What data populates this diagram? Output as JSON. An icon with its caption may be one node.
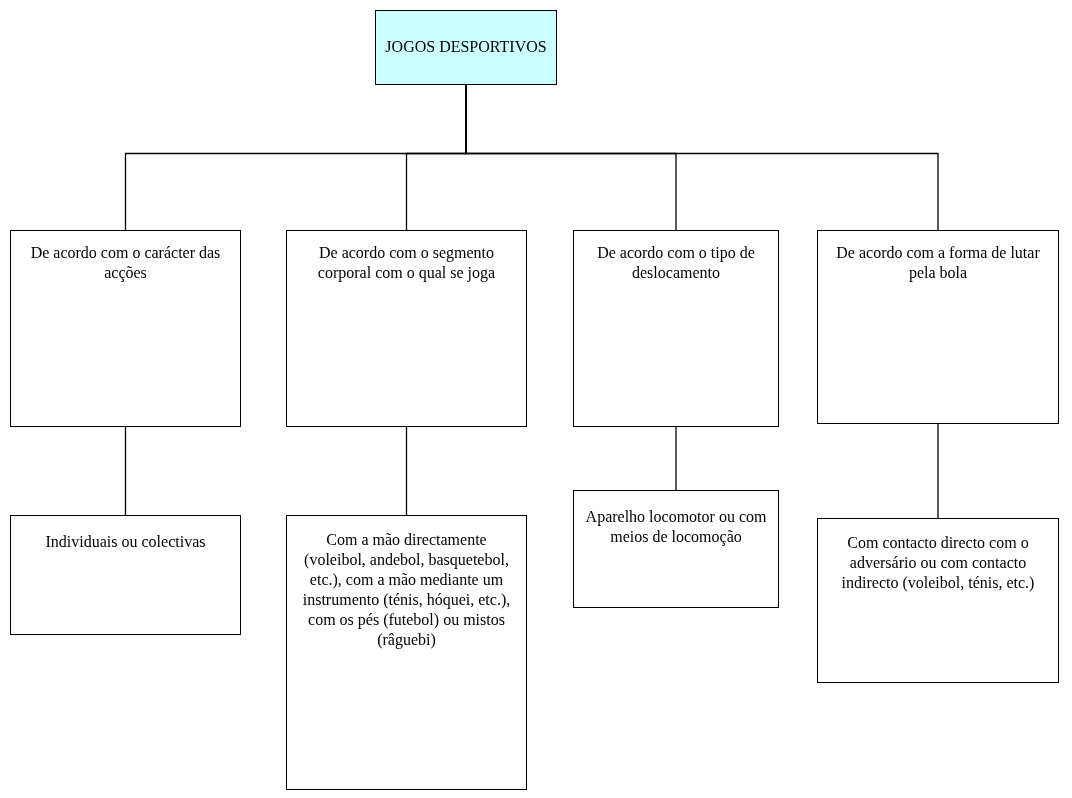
{
  "diagram": {
    "nodes": [
      {
        "text": [
          "JOGOS DESPORTIVOS"
        ]
      },
      {
        "text": [
          "De acordo com o carácter das acções"
        ]
      },
      {
        "text": [
          "De acordo com o segmento corporal com o qual se joga"
        ]
      },
      {
        "text": [
          "De acordo com o tipo de deslocamento"
        ]
      },
      {
        "text": [
          "De acordo com a forma de lutar pela bola"
        ]
      },
      {
        "text": [
          "Individuais ou colectivas"
        ]
      },
      {
        "text": [
          "Com a mão directamente (voleibol, andebol, basquetebol, etc.), com a mão mediante um instrumento (ténis, hóquei, etc.), com os pés (futebol) ou mistos (râguebi)"
        ]
      },
      {
        "text": [
          "Aparelho locomotor ou com meios de locomoção"
        ]
      },
      {
        "text": [
          "Com contacto directo com o adversário ou com contacto indirecto (voleibol, ténis, etc.)"
        ]
      }
    ],
    "edges": [
      {
        "from": 0,
        "to": 1,
        "arrow": "none"
      },
      {
        "from": 0,
        "to": 2,
        "arrow": "none"
      },
      {
        "from": 0,
        "to": 3,
        "arrow": "none"
      },
      {
        "from": 0,
        "to": 4,
        "arrow": "none"
      },
      {
        "from": 1,
        "to": 5,
        "arrow": "none"
      },
      {
        "from": 2,
        "to": 6,
        "arrow": "none"
      },
      {
        "from": 3,
        "to": 7,
        "arrow": "none"
      },
      {
        "from": 4,
        "to": 8,
        "arrow": "none"
      }
    ]
  }
}
